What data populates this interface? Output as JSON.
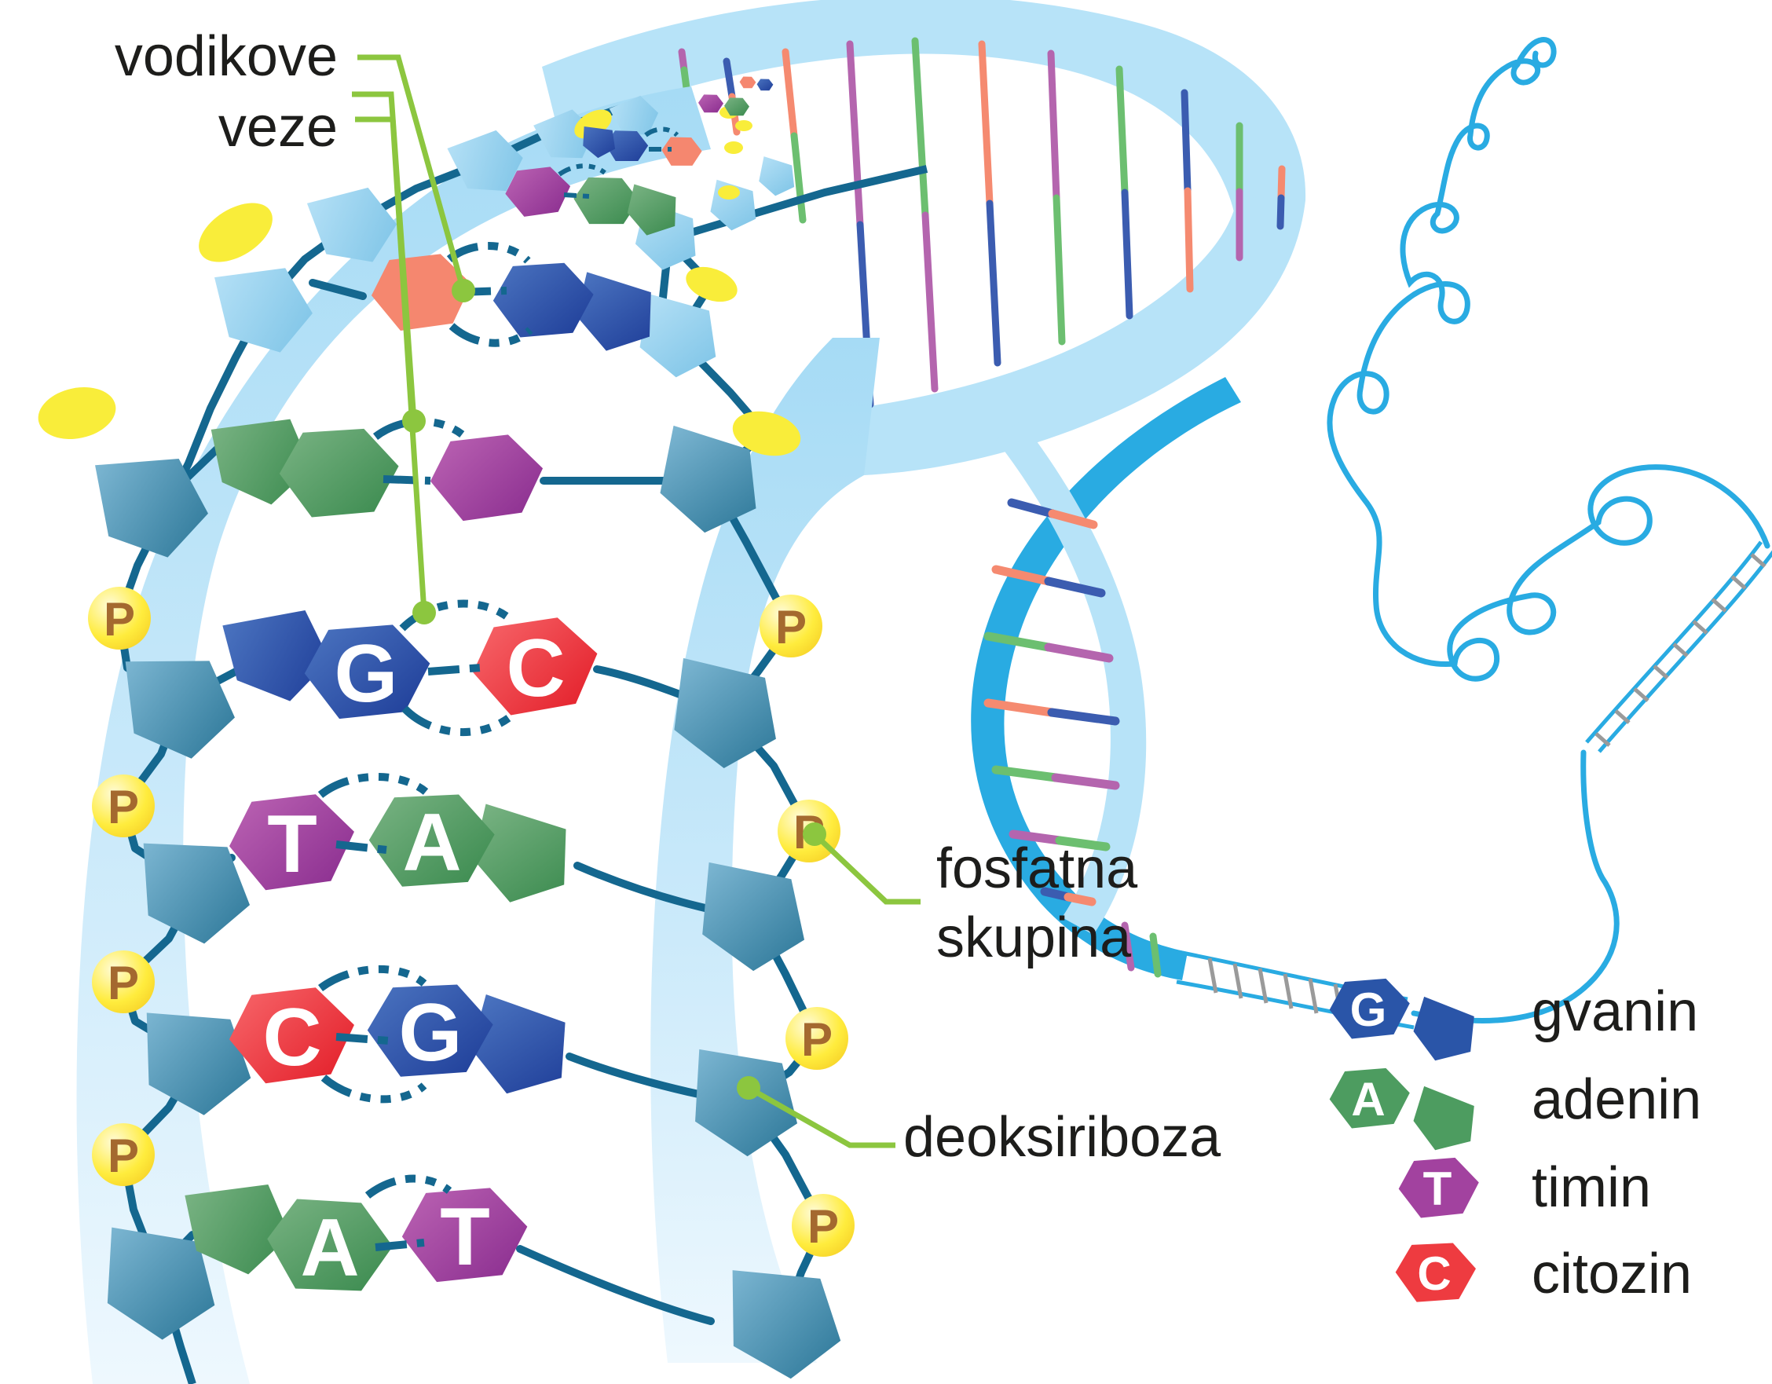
{
  "diagram": {
    "labels": {
      "hydrogen_bonds": {
        "line1": "vodikove",
        "line2": "veze"
      },
      "phosphate_group": {
        "line1": "fosfatna",
        "line2": "skupina"
      },
      "deoxyribose": "deoksiriboza"
    },
    "phosphate_symbol": "P",
    "ladder_pairs": [
      {
        "left_letter": "G",
        "right_letter": "C",
        "hydrogen_bonds": 3
      },
      {
        "left_letter": "T",
        "right_letter": "A",
        "hydrogen_bonds": 2
      },
      {
        "left_letter": "C",
        "right_letter": "G",
        "hydrogen_bonds": 3
      },
      {
        "left_letter": "A",
        "right_letter": "T",
        "hydrogen_bonds": 2
      }
    ],
    "legend": {
      "items": [
        {
          "letter": "G",
          "label": "gvanin",
          "color": "#2a55a8"
        },
        {
          "letter": "A",
          "label": "adenin",
          "color": "#4d9c60"
        },
        {
          "letter": "T",
          "label": "timin",
          "color": "#a2429f"
        },
        {
          "letter": "C",
          "label": "citozin",
          "color": "#ee3b40"
        }
      ]
    },
    "colors": {
      "guanine_blue": "#2a55a8",
      "adenine_green": "#4d9c60",
      "thymine_purple": "#a2429f",
      "cytosine_red": "#ee3b40",
      "cytosine_salmon": "#f5876f",
      "backbone_teal": "#14678f",
      "ribbon_light_blue": "#aadcf5",
      "helix_blue": "#29abe2",
      "phosphate_yellow": "#ffe93e",
      "phosphate_letter_brown": "#a4692f",
      "leader_green": "#8cc63f",
      "text_black": "#1d1d1b"
    }
  }
}
